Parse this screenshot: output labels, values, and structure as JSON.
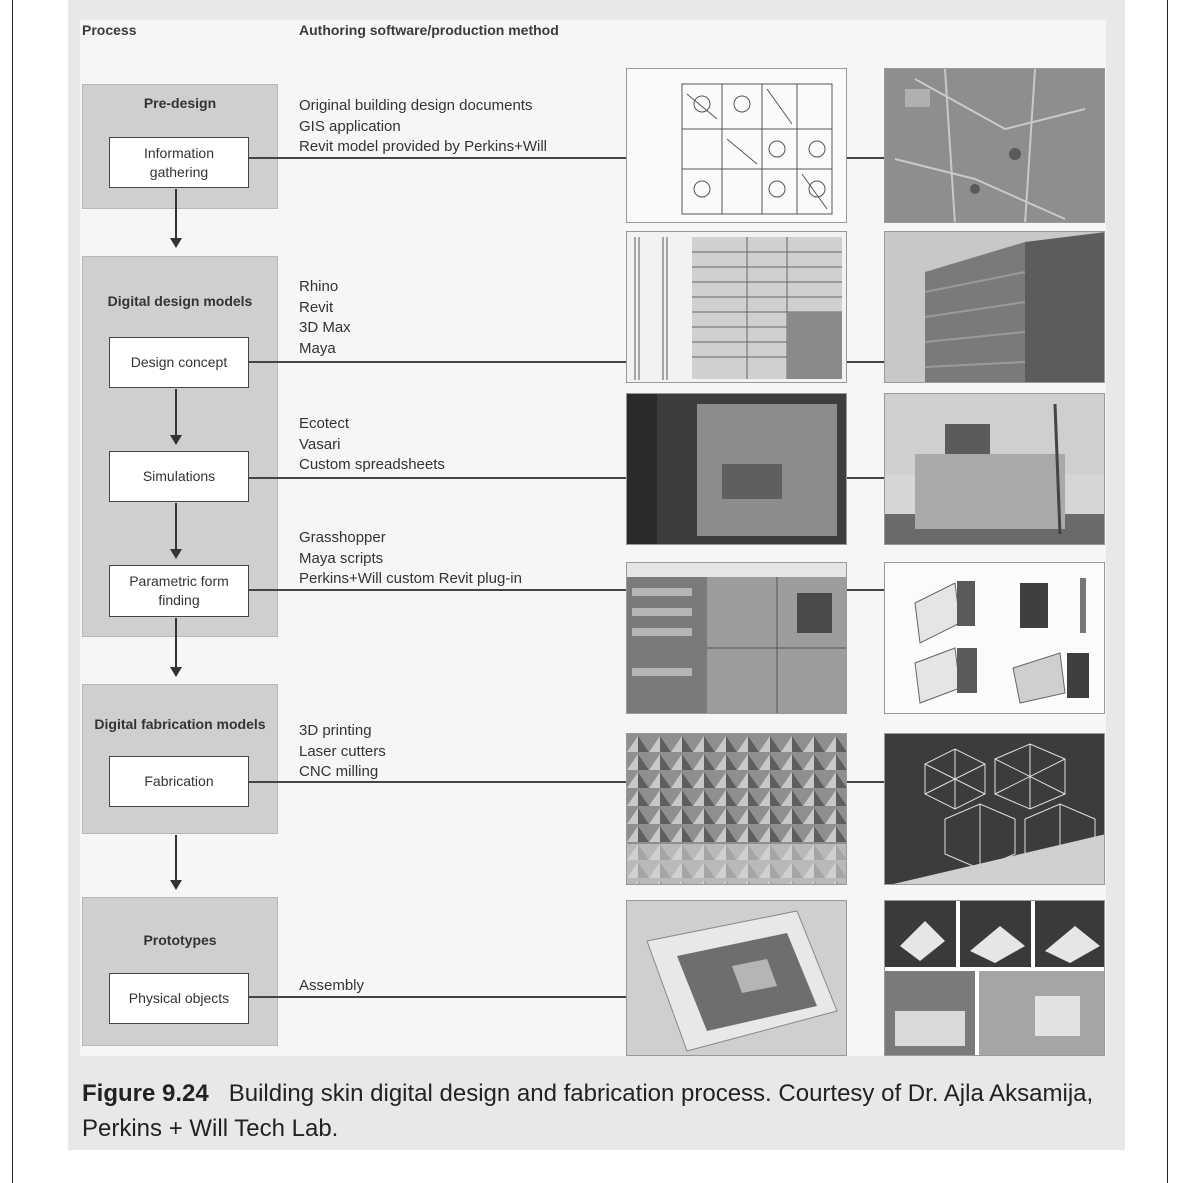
{
  "headers": {
    "process": "Process",
    "method": "Authoring software/production method"
  },
  "stages": [
    {
      "title": "Pre-design",
      "steps": [
        "Information gathering"
      ]
    },
    {
      "title": "Digital design models",
      "steps": [
        "Design concept",
        "Simulations",
        "Parametric form finding"
      ]
    },
    {
      "title": "Digital fabrication models",
      "steps": [
        "Fabrication"
      ]
    },
    {
      "title": "Prototypes",
      "steps": [
        "Physical objects"
      ]
    }
  ],
  "methods": [
    "Original building design documents\nGIS application\nRevit model provided by Perkins+Will",
    "Rhino\nRevit\n3D Max\nMaya",
    "Ecotect\nVasari\nCustom spreadsheets",
    "Grasshopper\nMaya scripts\nPerkins+Will custom Revit plug-in",
    "3D printing\nLaser cutters\nCNC milling",
    "Assembly"
  ],
  "caption": {
    "label": "Figure 9.24",
    "text": "Building skin digital design and fabrication process. Courtesy of Dr. Ajla Aksamija, Perkins + Will Tech Lab."
  }
}
